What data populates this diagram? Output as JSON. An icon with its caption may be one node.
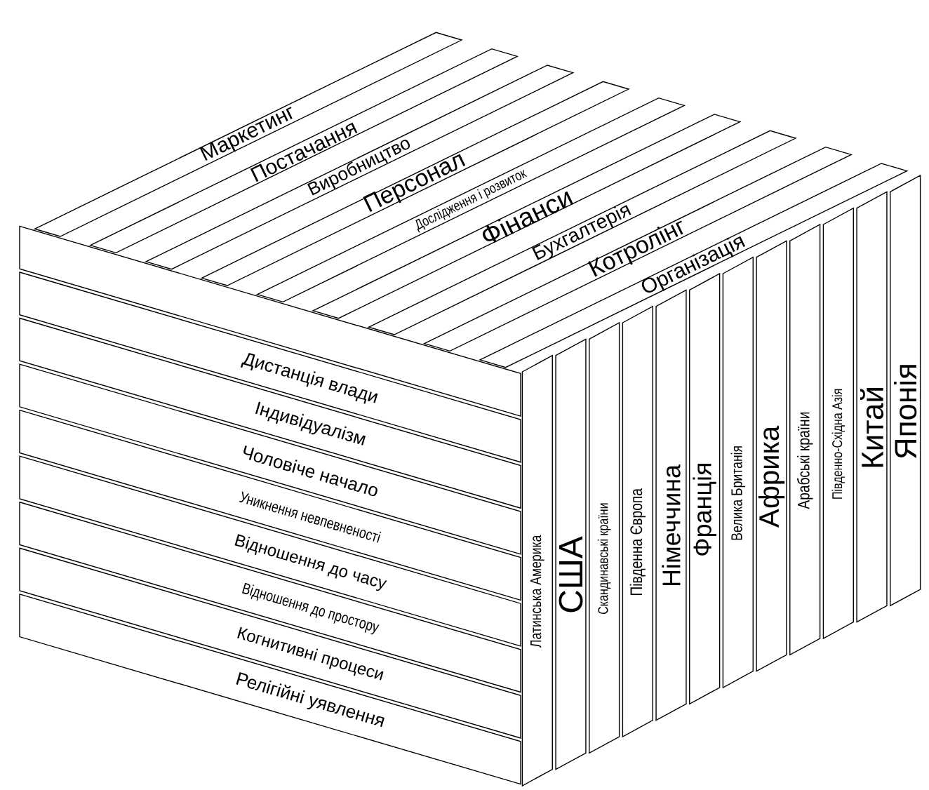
{
  "diagram": {
    "nodes": [
      {
        "text": [
          "Маркетинг"
        ]
      },
      {
        "text": [
          "Постачання"
        ]
      },
      {
        "text": [
          "Виробництво"
        ]
      },
      {
        "text": [
          "Персонал"
        ]
      },
      {
        "text": [
          "Дослідження і розвиток"
        ]
      },
      {
        "text": [
          "Фінанси"
        ]
      },
      {
        "text": [
          "Бухгалтерія"
        ]
      },
      {
        "text": [
          "Котролінг"
        ]
      },
      {
        "text": [
          "Організація"
        ]
      },
      {
        "text": [],
        "shape": "box"
      },
      {
        "text": [
          "Дистанція влади"
        ]
      },
      {
        "text": [
          "Індивідуалізм"
        ]
      },
      {
        "text": [
          "Чоловіче начало"
        ]
      },
      {
        "text": [
          "Уникнення невпевненості"
        ]
      },
      {
        "text": [
          "Відношення до часу"
        ]
      },
      {
        "text": [
          "Відношення до простору"
        ]
      },
      {
        "text": [
          "Когнитивні процеси"
        ]
      },
      {
        "text": [
          "Релігійні уявлення"
        ]
      },
      {
        "text": [
          "Латинська Америка"
        ]
      },
      {
        "text": [
          "США"
        ]
      },
      {
        "text": [
          "Скандинавські країни"
        ]
      },
      {
        "text": [
          "Південна Європа"
        ]
      },
      {
        "text": [
          "Німеччина"
        ]
      },
      {
        "text": [
          "Франція"
        ]
      },
      {
        "text": [
          "Велика Британія"
        ]
      },
      {
        "text": [
          "Африка"
        ]
      },
      {
        "text": [
          "Арабські країни"
        ]
      },
      {
        "text": [
          "Південно-Східна Азія"
        ]
      },
      {
        "text": [
          "Китай"
        ]
      },
      {
        "text": [
          "Японія"
        ]
      }
    ]
  }
}
